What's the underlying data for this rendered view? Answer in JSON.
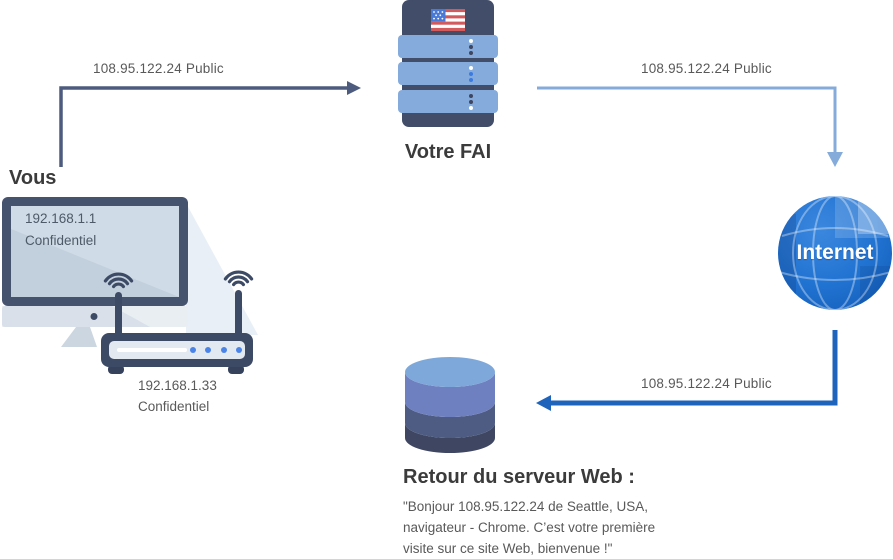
{
  "you": {
    "label": "Vous",
    "computer": {
      "ip": "192.168.1.1",
      "privacy": "Confidentiel"
    },
    "router": {
      "ip": "192.168.1.33",
      "privacy": "Confidentiel"
    }
  },
  "isp": {
    "label": "Votre FAI"
  },
  "internet": {
    "label": "Internet"
  },
  "web_server": {
    "heading": "Retour du serveur Web :",
    "message_lines": [
      "\"Bonjour 108.95.122.24 de Seattle, USA,",
      "navigateur - Chrome. C’est votre première",
      "visite sur ce site Web, bienvenue !\""
    ]
  },
  "arrows": {
    "you_to_isp": {
      "label": "108.95.122.24 Public",
      "color": "#4d5b7e"
    },
    "isp_to_internet": {
      "label": "108.95.122.24 Public",
      "color": "#85abdb"
    },
    "internet_to_web_server": {
      "label": "108.95.122.24 Public",
      "color": "#1e63bc"
    }
  },
  "colors": {
    "device_navy": "#414d69",
    "server_bar_blue": "#85abdc",
    "monitor_screen": "#cfdbe6",
    "globe_blue": "#1e6fd0",
    "db_top": "#7ea8da",
    "db_band1": "#6f80c1",
    "db_band2": "#4e5c83",
    "db_band3": "#3e4661",
    "label_gray": "#595959",
    "heading_dark": "#3b3b3b"
  }
}
